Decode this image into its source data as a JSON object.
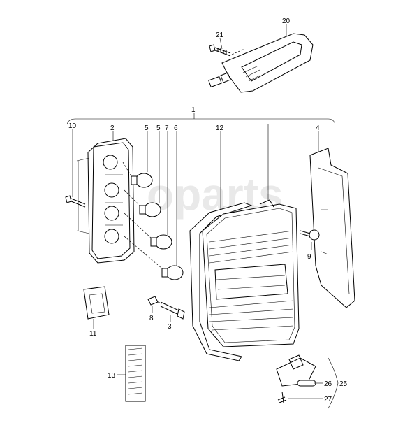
{
  "watermark": "oparts",
  "callouts": [
    {
      "id": "c1",
      "label": "1"
    },
    {
      "id": "c2",
      "label": "2"
    },
    {
      "id": "c3",
      "label": "3"
    },
    {
      "id": "c4",
      "label": "4"
    },
    {
      "id": "c5a",
      "label": "5"
    },
    {
      "id": "c5b",
      "label": "5"
    },
    {
      "id": "c6",
      "label": "6"
    },
    {
      "id": "c7",
      "label": "7"
    },
    {
      "id": "c8",
      "label": "8"
    },
    {
      "id": "c9",
      "label": "9"
    },
    {
      "id": "c10",
      "label": "10"
    },
    {
      "id": "c11",
      "label": "11"
    },
    {
      "id": "c12",
      "label": "12"
    },
    {
      "id": "c13",
      "label": "13"
    },
    {
      "id": "c20",
      "label": "20"
    },
    {
      "id": "c21",
      "label": "21"
    },
    {
      "id": "c25",
      "label": "25"
    },
    {
      "id": "c26",
      "label": "26"
    },
    {
      "id": "c27",
      "label": "27"
    }
  ]
}
